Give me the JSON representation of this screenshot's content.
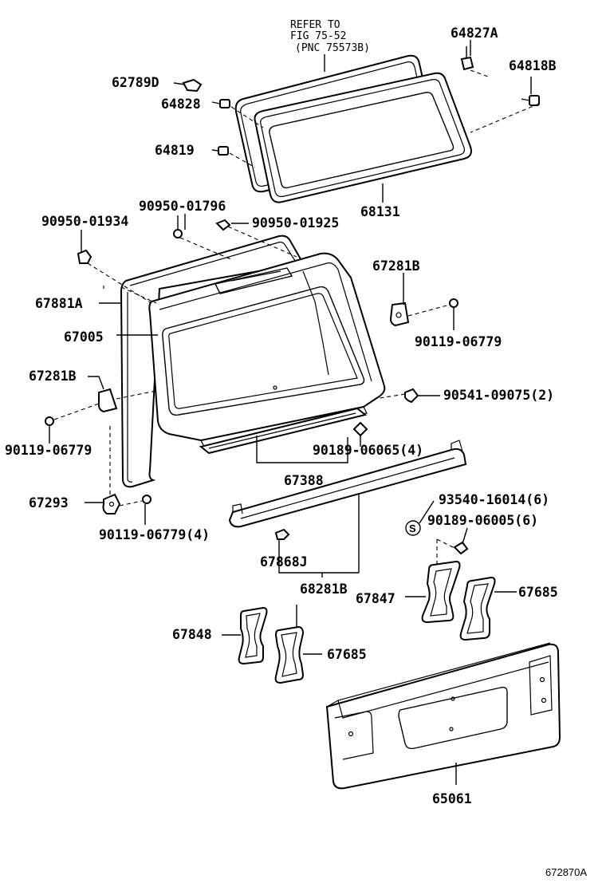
{
  "diagram": {
    "reference_note": [
      "REFER TO",
      "FIG 75-52",
      "(PNC 75573B)"
    ],
    "part_labels": {
      "p64827a": "64827A",
      "p64818b": "64818B",
      "p62789d": "62789D",
      "p64828": "64828",
      "p64819": "64819",
      "p68131": "68131",
      "p9095001796": "90950-01796",
      "p9095001934": "90950-01934",
      "p9095001925": "90950-01925",
      "p67281b_right": "67281B",
      "p67881a": "67881A",
      "p67005": "67005",
      "p9011906779_right": "90119-06779",
      "p67281b_left": "67281B",
      "p9054109075": "90541-09075(2)",
      "p9011906779_left": "90119-06779",
      "p9018906065": "90189-06065(4)",
      "p67388": "67388",
      "p9354016014": "93540-16014(6)",
      "p67293": "67293",
      "p9018906005": "90189-06005(6)",
      "p9011906779_4": "90119-06779(4)",
      "p67868j": "67868J",
      "p68281b": "68281B",
      "p67847": "67847",
      "p67685_right": "67685",
      "p67848": "67848",
      "p67685_left": "67685",
      "p65061": "65061"
    },
    "symbol_s": "S",
    "figure_id": "672870A"
  }
}
